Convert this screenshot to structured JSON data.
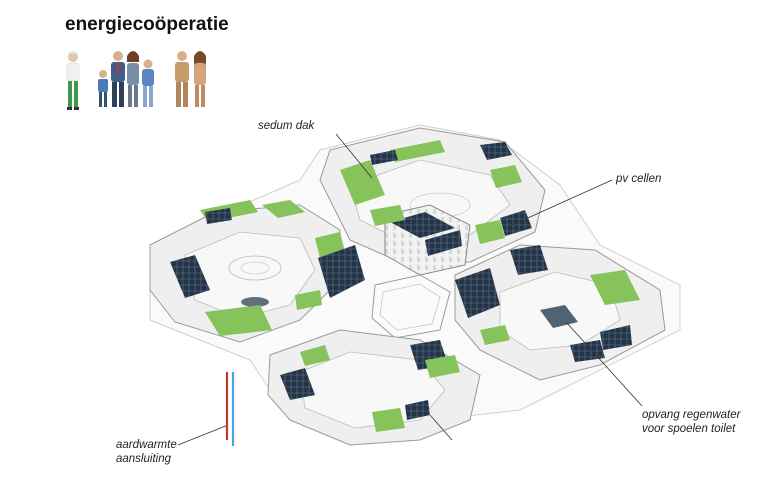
{
  "title": "energiecoöperatie",
  "labels": {
    "sedum_dak": "sedum dak",
    "pv_cellen": "pv cellen",
    "opvang_line1": "opvang regenwater",
    "opvang_line2": "voor spoelen toilet",
    "aardwarmte_line1": "aardwarmte",
    "aardwarmte_line2": "aansluiting"
  },
  "colors": {
    "green_roof": "#86c35a",
    "solar_panel": "#243447",
    "pipe_hot": "#c0392b",
    "pipe_cold": "#4aa3df",
    "building_outline": "#9a9a9a",
    "building_fill": "#f4f4f4"
  },
  "icons": [
    "people-group-icon"
  ]
}
